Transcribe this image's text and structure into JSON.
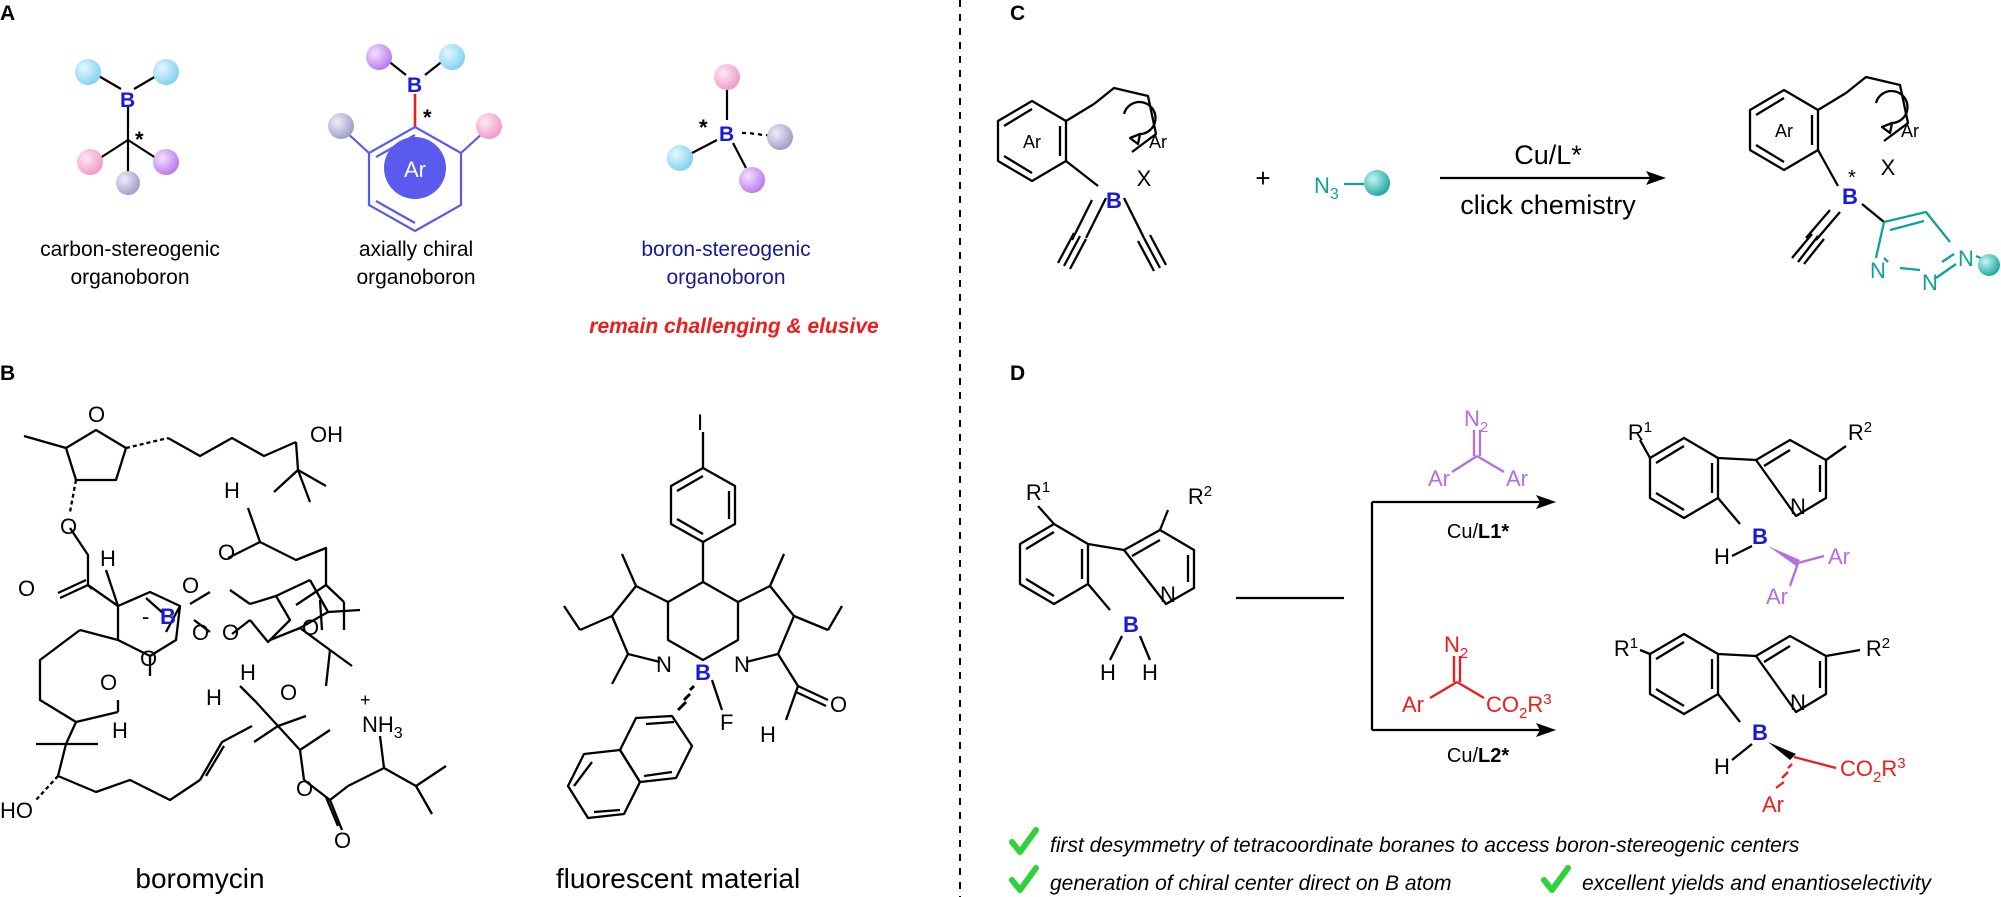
{
  "panels": {
    "a": {
      "label": "A",
      "items": [
        {
          "line1": "carbon-stereogenic",
          "line2": "organoboron"
        },
        {
          "line1": "axially chiral",
          "line2": "organoboron"
        },
        {
          "line1": "boron-stereogenic",
          "line2": "organoboron"
        }
      ],
      "note": "remain challenging & elusive"
    },
    "b": {
      "label": "B",
      "captions": [
        "boromycin",
        "fluorescent material"
      ]
    },
    "c": {
      "label": "C",
      "plus": "+",
      "reagent_main": "N",
      "reagent_sub": "3",
      "catalyst": "Cu/L*",
      "conditions": "click chemistry"
    },
    "d": {
      "label": "D",
      "r1": "R",
      "r2": "R",
      "sup1": "1",
      "sup2": "2",
      "sup3": "3",
      "diazo_n2": "N",
      "diazo_n2_sub": "2",
      "top_catalyst_prefix": "Cu/",
      "top_catalyst_ligand": "L1*",
      "bottom_catalyst_prefix": "Cu/",
      "bottom_catalyst_ligand": "L2*",
      "ester": "CO",
      "ester_sub": "2",
      "checks": [
        "first desymmetry of tetracoordinate boranes to access boron-stereogenic centers",
        "generation of chiral center direct on B atom",
        "excellent yields and enantioselectivity"
      ]
    }
  },
  "atoms": {
    "B": "B",
    "Ar": "Ar",
    "X": "X",
    "N": "N",
    "H": "H",
    "F": "F",
    "I": "I",
    "O": "O",
    "OH": "OH",
    "HO": "HO",
    "NH3": "NH",
    "NH3_sub": "3",
    "star": "*",
    "plus_charge": "+",
    "minus_charge": "-"
  },
  "colors": {
    "boron": "#1a1ad6",
    "red": "#ee1c1c",
    "purple": "#b56ee0",
    "teal": "#10a09a",
    "check": "#2ed23a",
    "navy": "#1a1a8c",
    "cyan_ball": "#86d6f2",
    "pink_ball": "#f2a6cf",
    "violet_ball": "#c384ef",
    "gray_ball": "#a6a6cc",
    "ar_fill": "#5a5aee"
  }
}
